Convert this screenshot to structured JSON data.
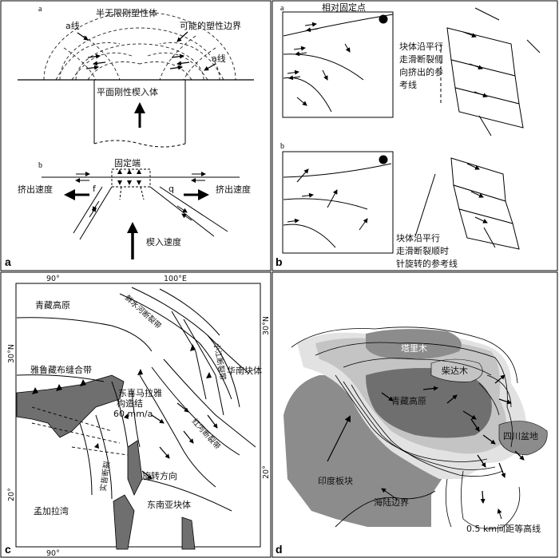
{
  "panels": {
    "a": {
      "letter": "a",
      "sub_a": {
        "letter": "a",
        "title": "半无限刚塑性体",
        "label_aline_left": "a线",
        "label_aline_right": "a线",
        "label_boundary": "可能的塑性边界",
        "label_indenter": "平面刚性楔入体"
      },
      "sub_b": {
        "letter": "b",
        "label_fixed_end": "固定端",
        "label_extrusion_left": "挤出速度",
        "label_extrusion_right": "挤出速度",
        "label_f": "f",
        "label_q": "q",
        "label_indent_velocity": "楔入速度"
      }
    },
    "b": {
      "letter": "b",
      "sub_a": {
        "letter": "a",
        "label_fixed_point": "相对固定点",
        "note": [
          "块体沿平行",
          "走滑断裂侧",
          "向挤出的参",
          "考线"
        ]
      },
      "sub_b": {
        "letter": "b",
        "note": [
          "块体沿平行",
          "走滑断裂顺时",
          "针旋转的参考线"
        ]
      }
    },
    "c": {
      "letter": "c",
      "lon_labels": [
        "90°",
        "100°E",
        "90°"
      ],
      "lat_labels": [
        "30°N",
        "30°N",
        "20°",
        "20°"
      ],
      "places": {
        "qinghai_tibet": "青藏高原",
        "xianshuihe": "鲜水河断裂带",
        "xiaojiang": "小江断裂带",
        "south_china": "华南块体",
        "yarlung": "雅鲁藏布缝合带",
        "syntaxis": [
          "东喜马拉雅",
          "构造结"
        ],
        "rate": "60 mm/a",
        "red_river": "红河断裂带",
        "rotation": "旋转方向",
        "sagaing": "实皆断裂",
        "se_asia": "东南亚块体",
        "bengal": "孟加拉湾"
      }
    },
    "d": {
      "letter": "d",
      "places": {
        "tarim": "塔里木",
        "qaidam": "柴达木",
        "plateau": "青藏高原",
        "sichuan": "四川盆地",
        "india": "印度板块",
        "coast": "海陆边界",
        "contour": "0.5 km间距等高线"
      }
    }
  },
  "colors": {
    "dark_gray": "#6f6f6f",
    "mid_gray": "#8c8c8c",
    "light_gray": "#c4c4c4",
    "very_light_gray": "#e2e2e2",
    "line": "#111111"
  }
}
